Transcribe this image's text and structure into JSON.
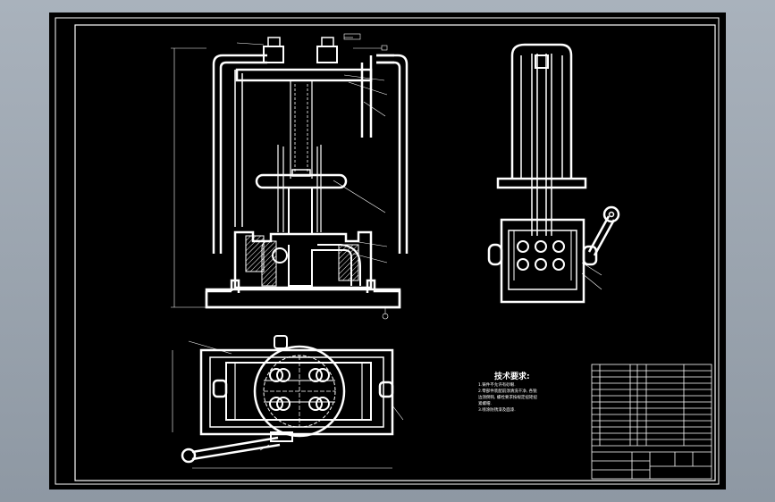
{
  "tech_requirements": {
    "title": "技术要求:",
    "lines": [
      "1.铸件不允许有砂眼.",
      "2.零部件装配前须清洗干净, 各锐",
      "边须倒钝, 螺栓要求按规定扭矩扭",
      "紧螺帽.",
      "3.喷涂防锈漆及面漆."
    ]
  },
  "colors": {
    "background": "#000000",
    "lines": "#ffffff",
    "hatch": "#ffffff",
    "window": "#9aa3ad"
  }
}
